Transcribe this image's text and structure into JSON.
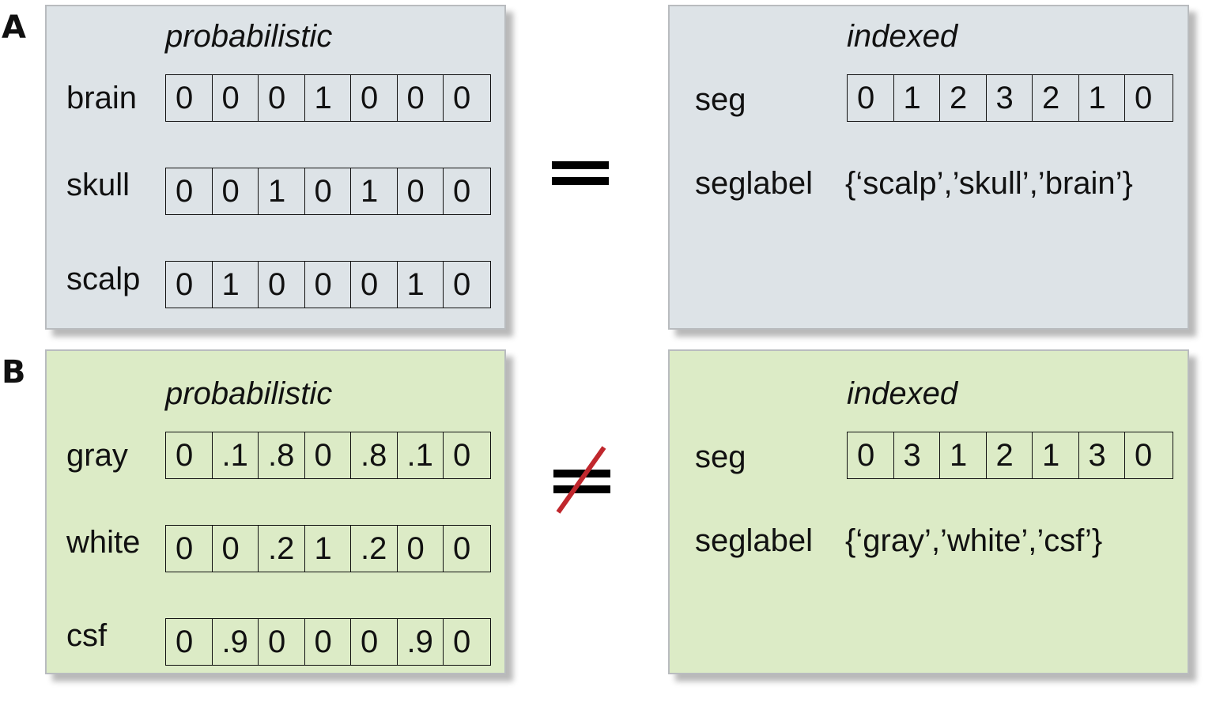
{
  "panels": {
    "A": {
      "letter": "A",
      "left": {
        "heading": "probabilistic",
        "rows": [
          {
            "label": "brain",
            "cells": [
              "0",
              "0",
              "0",
              "1",
              "0",
              "0",
              "0"
            ]
          },
          {
            "label": "skull",
            "cells": [
              "0",
              "0",
              "1",
              "0",
              "1",
              "0",
              "0"
            ]
          },
          {
            "label": "scalp",
            "cells": [
              "0",
              "1",
              "0",
              "0",
              "0",
              "1",
              "0"
            ]
          }
        ]
      },
      "relation": "equals",
      "right": {
        "heading": "indexed",
        "seg_label": "seg",
        "seg_cells": [
          "0",
          "1",
          "2",
          "3",
          "2",
          "1",
          "0"
        ],
        "seglabel_label": "seglabel",
        "seglabel_value": "{‘scalp’,’skull’,’brain’}"
      },
      "color": "#dde3e7"
    },
    "B": {
      "letter": "B",
      "left": {
        "heading": "probabilistic",
        "rows": [
          {
            "label": "gray",
            "cells": [
              "0",
              ".1",
              ".8",
              "0",
              ".8",
              ".1",
              "0"
            ]
          },
          {
            "label": "white",
            "cells": [
              "0",
              "0",
              ".2",
              "1",
              ".2",
              "0",
              "0"
            ]
          },
          {
            "label": "csf",
            "cells": [
              "0",
              ".9",
              "0",
              "0",
              "0",
              ".9",
              "0"
            ]
          }
        ]
      },
      "relation": "not-equals",
      "right": {
        "heading": "indexed",
        "seg_label": "seg",
        "seg_cells": [
          "0",
          "3",
          "1",
          "2",
          "1",
          "3",
          "0"
        ],
        "seglabel_label": "seglabel",
        "seglabel_value": "{‘gray’,’white’,’csf’}"
      },
      "color": "#dcebc6"
    }
  },
  "colors": {
    "strike": "#c0272d",
    "symbol": "#000000"
  }
}
